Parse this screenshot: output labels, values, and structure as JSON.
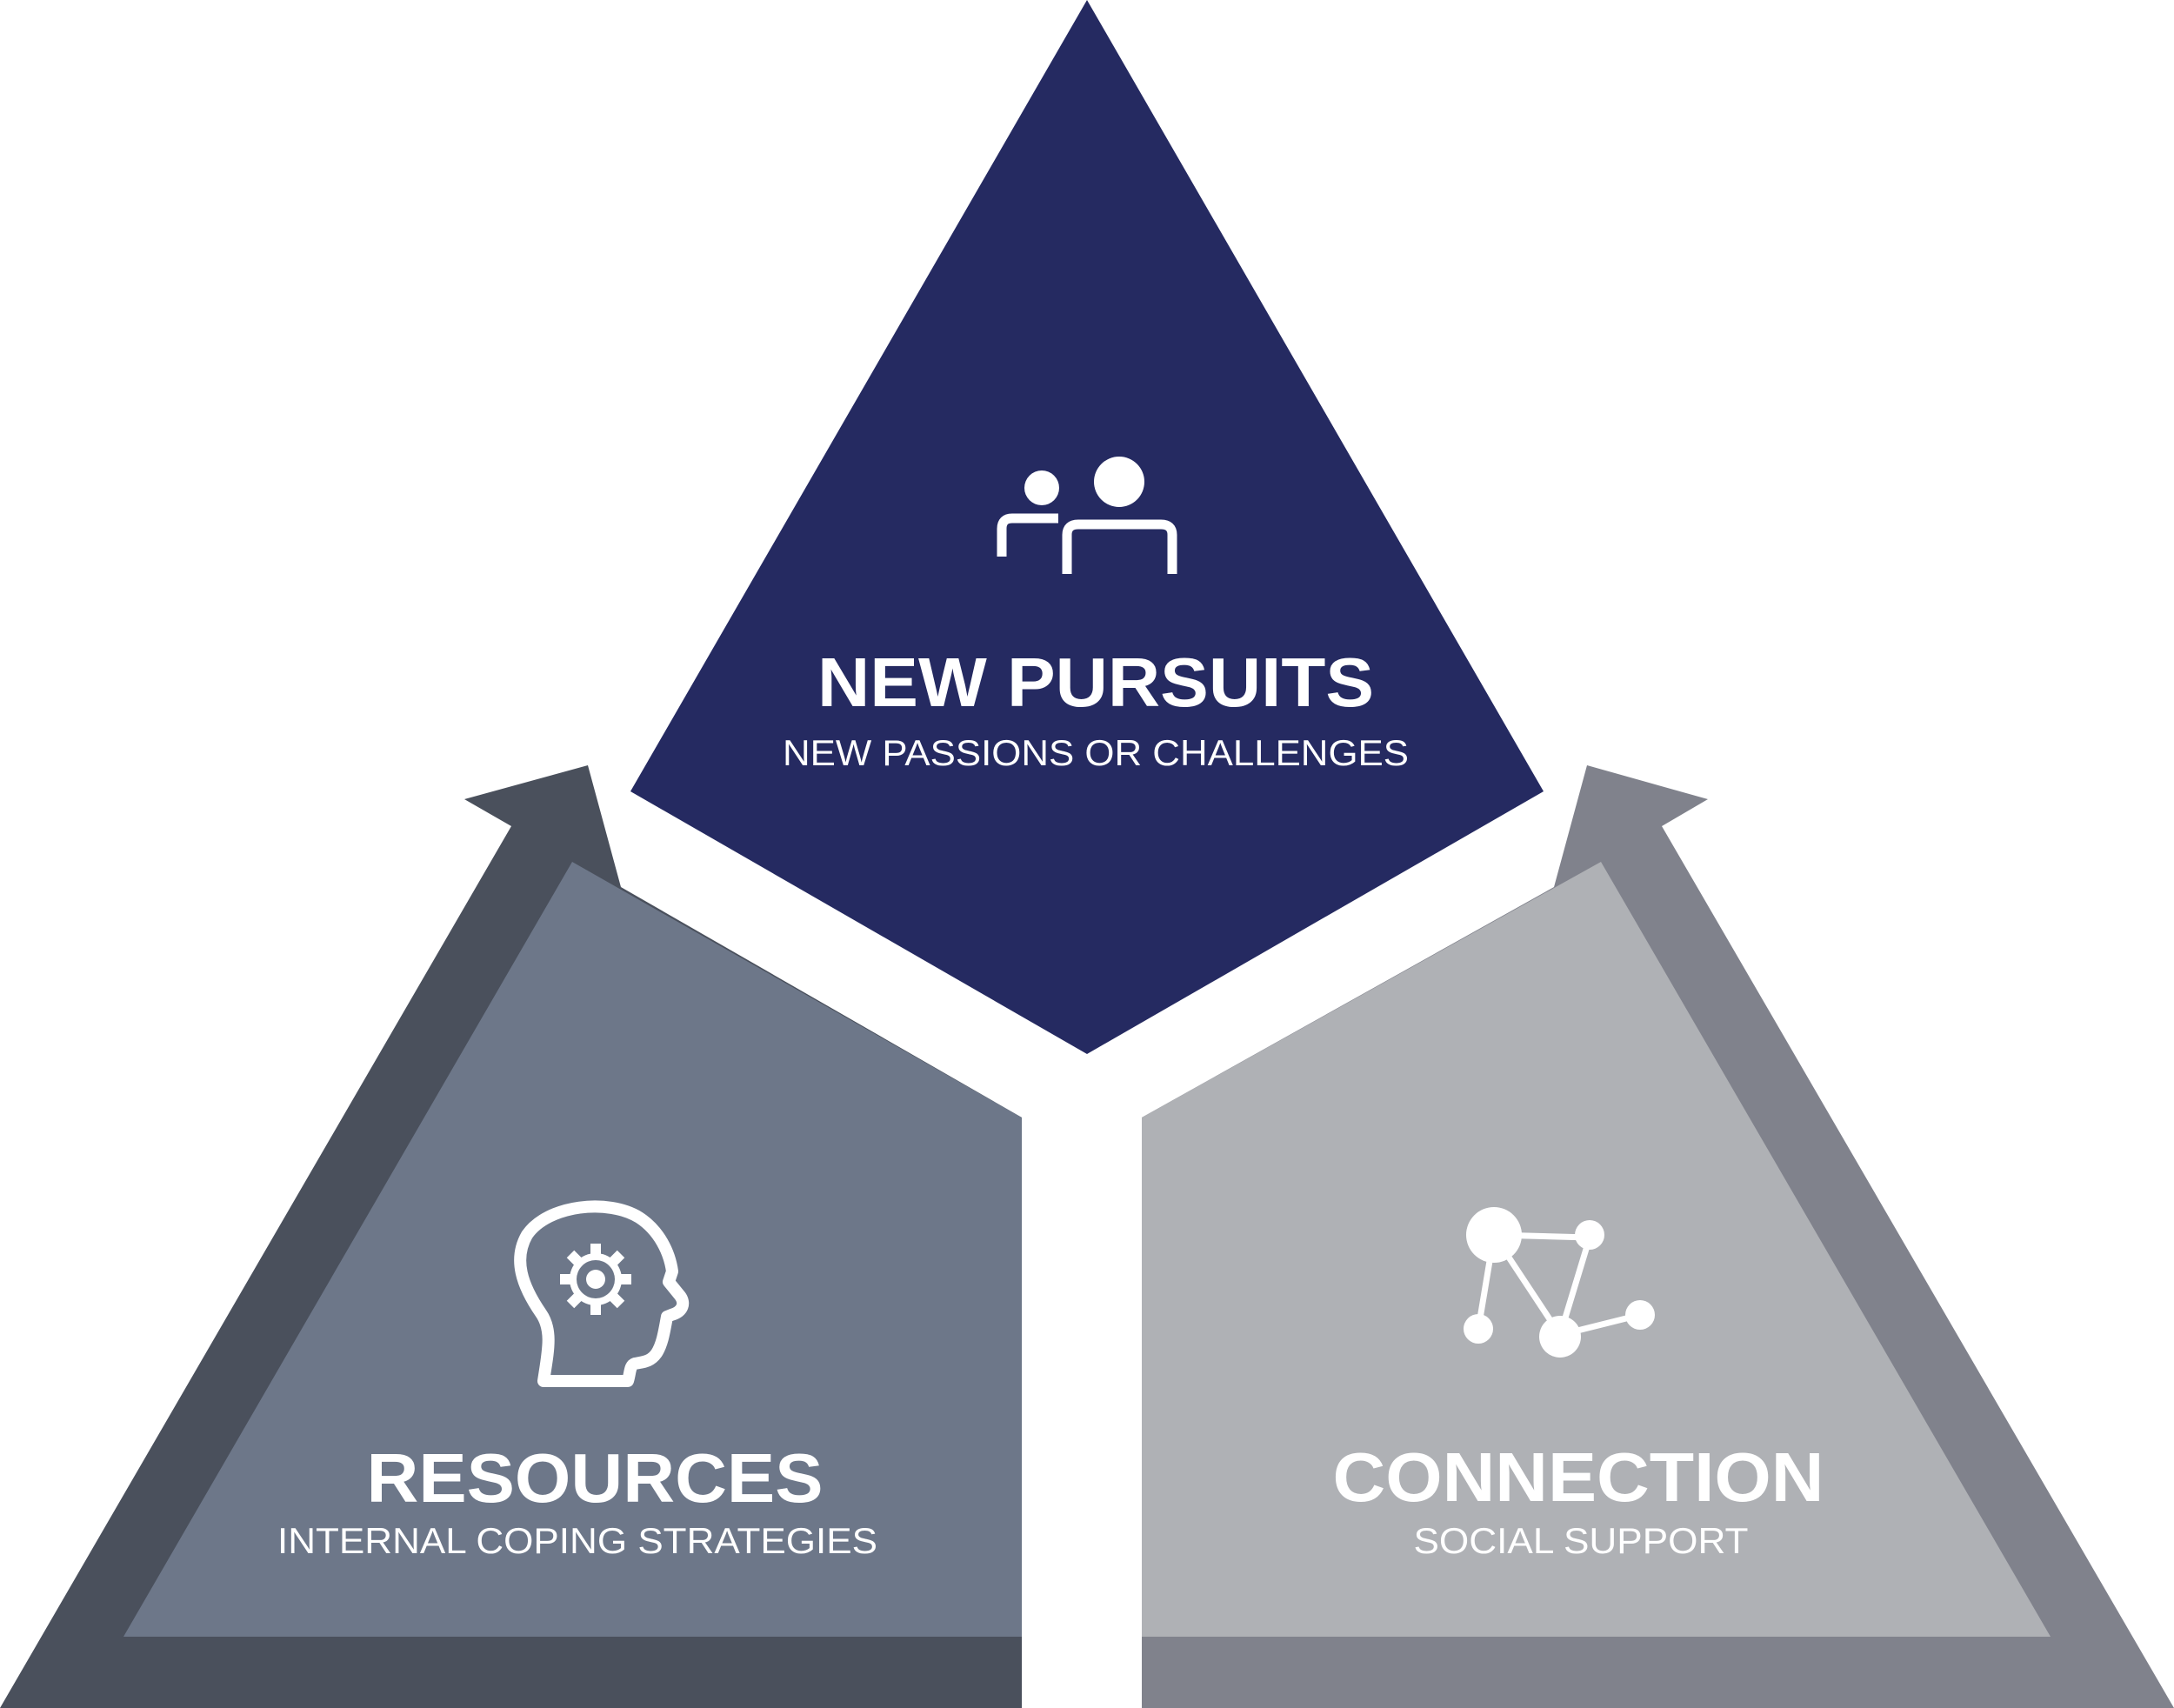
{
  "colors": {
    "background": "#ffffff",
    "top_fill": "#252a61",
    "left_fill": "#6d7789",
    "left_arrow": "#4a505c",
    "right_fill": "#afb1b5",
    "right_arrow": "#80828c",
    "text": "#ffffff"
  },
  "sections": {
    "top": {
      "title": "NEW PURSUITS",
      "subtitle": "NEW PASSIONS OR CHALLENGES",
      "icon": "two-people-icon"
    },
    "left": {
      "title": "RESOURCES",
      "subtitle": "INTERNAL COPING STRATEGIES",
      "icon": "head-gear-icon"
    },
    "right": {
      "title": "CONNECTION",
      "subtitle": "SOCIAL SUPPORT",
      "icon": "network-icon"
    }
  }
}
